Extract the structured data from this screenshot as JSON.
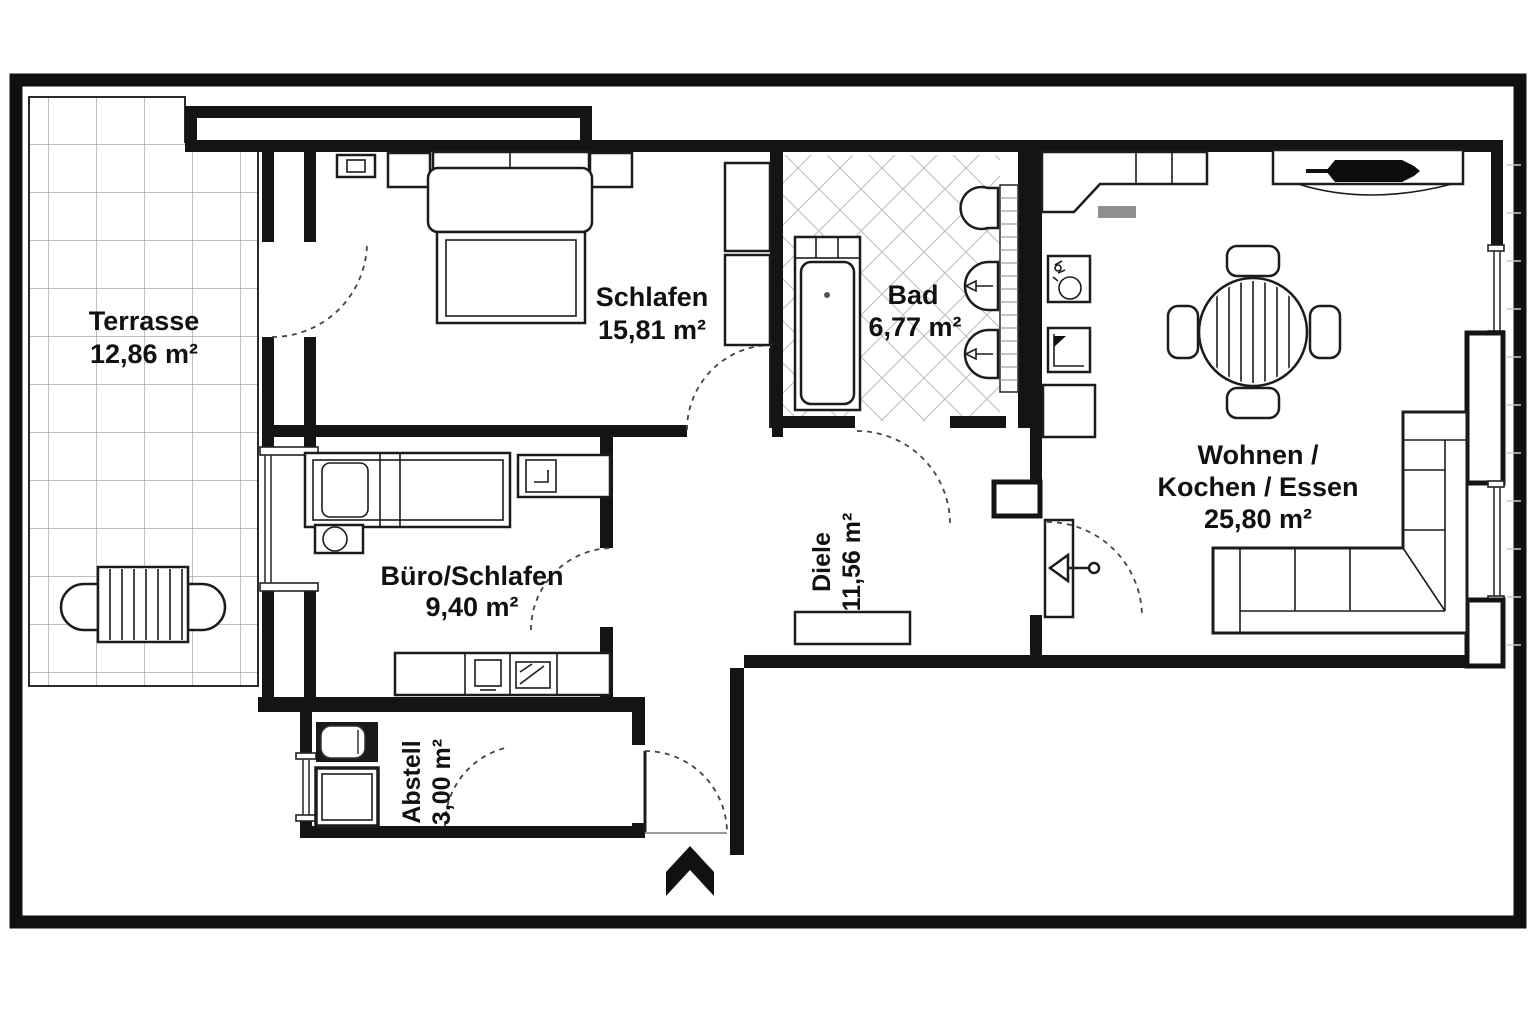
{
  "rooms": {
    "terrasse": {
      "name": "Terrasse",
      "area": "12,86 m²"
    },
    "schlafen": {
      "name": "Schlafen",
      "area": "15,81 m²"
    },
    "bad": {
      "name": "Bad",
      "area": "6,77 m²"
    },
    "wohnen": {
      "line1": "Wohnen /",
      "line2": "Kochen / Essen",
      "area": "25,80 m²"
    },
    "buero": {
      "name": "Büro/Schlafen",
      "area": "9,40 m²"
    },
    "diele": {
      "name": "Diele",
      "area": "11,56 m²"
    },
    "abstell": {
      "name": "Abstell",
      "area": "3,00 m²"
    }
  },
  "icons": {
    "entrance_arrow": "entrance-direction-chevron",
    "sliding_door_arrow": "door-swing-direction-arrow"
  },
  "colors": {
    "wall": "#141414",
    "terrace_tile_line": "#9a9a9a",
    "bath_tile_line": "#c4c4c4",
    "background": "#ffffff",
    "text": "#111111"
  }
}
